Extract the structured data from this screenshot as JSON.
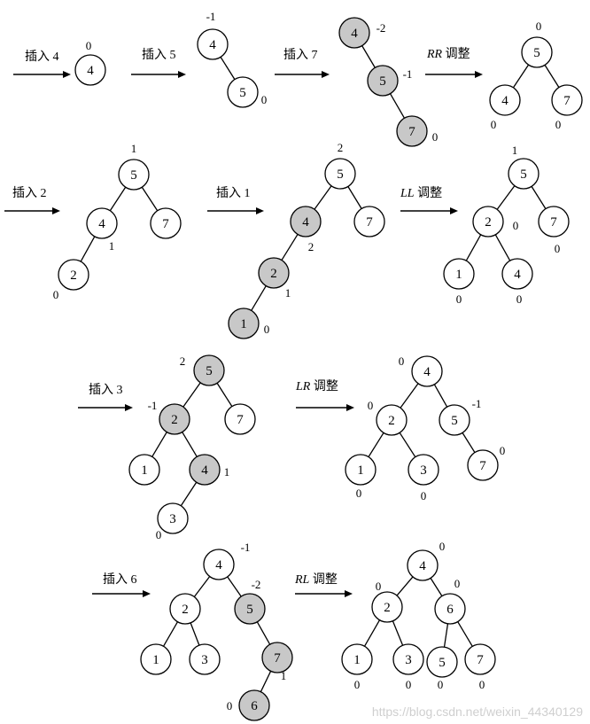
{
  "colors": {
    "normal_fill": "#ffffff",
    "highlight_fill": "#c8c8c8",
    "stroke": "#000000"
  },
  "steps": [
    {
      "arrow_label": "插入 4",
      "italic_prefix": "",
      "nodes": [
        {
          "id": "n4",
          "label": "4",
          "bf": "0",
          "hl": false
        }
      ],
      "edges": []
    },
    {
      "arrow_label": "插入 5",
      "italic_prefix": "",
      "nodes": [
        {
          "id": "n4",
          "label": "4",
          "bf": "-1",
          "hl": false
        },
        {
          "id": "n5",
          "label": "5",
          "bf": "0",
          "hl": false
        }
      ],
      "edges": [
        [
          "n4",
          "n5"
        ]
      ]
    },
    {
      "arrow_label": "插入 7",
      "italic_prefix": "",
      "nodes": [
        {
          "id": "n4",
          "label": "4",
          "bf": "-2",
          "hl": true
        },
        {
          "id": "n5",
          "label": "5",
          "bf": "-1",
          "hl": true
        },
        {
          "id": "n7",
          "label": "7",
          "bf": "0",
          "hl": true
        }
      ],
      "edges": [
        [
          "n4",
          "n5"
        ],
        [
          "n5",
          "n7"
        ]
      ]
    },
    {
      "arrow_label": " 调整",
      "italic_prefix": "RR",
      "nodes": [
        {
          "id": "n5",
          "label": "5",
          "bf": "0",
          "hl": false
        },
        {
          "id": "n4",
          "label": "4",
          "bf": "0",
          "hl": false
        },
        {
          "id": "n7",
          "label": "7",
          "bf": "0",
          "hl": false
        }
      ],
      "edges": [
        [
          "n5",
          "n4"
        ],
        [
          "n5",
          "n7"
        ]
      ]
    },
    {
      "arrow_label": "插入 2",
      "italic_prefix": "",
      "nodes": [
        {
          "id": "n5",
          "label": "5",
          "bf": "1",
          "hl": false
        },
        {
          "id": "n4",
          "label": "4",
          "bf": "1",
          "hl": false
        },
        {
          "id": "n7",
          "label": "7",
          "bf": "",
          "hl": false
        },
        {
          "id": "n2",
          "label": "2",
          "bf": "0",
          "hl": false
        }
      ],
      "edges": [
        [
          "n5",
          "n4"
        ],
        [
          "n5",
          "n7"
        ],
        [
          "n4",
          "n2"
        ]
      ]
    },
    {
      "arrow_label": "插入 1",
      "italic_prefix": "",
      "nodes": [
        {
          "id": "n5",
          "label": "5",
          "bf": "2",
          "hl": false
        },
        {
          "id": "n4",
          "label": "4",
          "bf": "2",
          "hl": true
        },
        {
          "id": "n7",
          "label": "7",
          "bf": "",
          "hl": false
        },
        {
          "id": "n2",
          "label": "2",
          "bf": "1",
          "hl": true
        },
        {
          "id": "n1",
          "label": "1",
          "bf": "0",
          "hl": true
        }
      ],
      "edges": [
        [
          "n5",
          "n4"
        ],
        [
          "n5",
          "n7"
        ],
        [
          "n4",
          "n2"
        ],
        [
          "n2",
          "n1"
        ]
      ]
    },
    {
      "arrow_label": " 调整",
      "italic_prefix": "LL",
      "nodes": [
        {
          "id": "n5",
          "label": "5",
          "bf": "1",
          "hl": false
        },
        {
          "id": "n2",
          "label": "2",
          "bf": "0",
          "hl": false
        },
        {
          "id": "n7",
          "label": "7",
          "bf": "0",
          "hl": false
        },
        {
          "id": "n1",
          "label": "1",
          "bf": "0",
          "hl": false
        },
        {
          "id": "n4",
          "label": "4",
          "bf": "0",
          "hl": false
        }
      ],
      "edges": [
        [
          "n5",
          "n2"
        ],
        [
          "n5",
          "n7"
        ],
        [
          "n2",
          "n1"
        ],
        [
          "n2",
          "n4"
        ]
      ]
    },
    {
      "arrow_label": "插入 3",
      "italic_prefix": "",
      "nodes": [
        {
          "id": "n5",
          "label": "5",
          "bf": "2",
          "hl": true
        },
        {
          "id": "n2",
          "label": "2",
          "bf": "-1",
          "hl": true
        },
        {
          "id": "n7",
          "label": "7",
          "bf": "",
          "hl": false
        },
        {
          "id": "n1",
          "label": "1",
          "bf": "",
          "hl": false
        },
        {
          "id": "n4",
          "label": "4",
          "bf": "1",
          "hl": true
        },
        {
          "id": "n3",
          "label": "3",
          "bf": "0",
          "hl": false
        }
      ],
      "edges": [
        [
          "n5",
          "n2"
        ],
        [
          "n5",
          "n7"
        ],
        [
          "n2",
          "n1"
        ],
        [
          "n2",
          "n4"
        ],
        [
          "n4",
          "n3"
        ]
      ]
    },
    {
      "arrow_label": " 调整",
      "italic_prefix": "LR",
      "nodes": [
        {
          "id": "n4",
          "label": "4",
          "bf": "0",
          "hl": false
        },
        {
          "id": "n2",
          "label": "2",
          "bf": "0",
          "hl": false
        },
        {
          "id": "n5",
          "label": "5",
          "bf": "-1",
          "hl": false
        },
        {
          "id": "n1",
          "label": "1",
          "bf": "0",
          "hl": false
        },
        {
          "id": "n3",
          "label": "3",
          "bf": "0",
          "hl": false
        },
        {
          "id": "n7",
          "label": "7",
          "bf": "0",
          "hl": false
        }
      ],
      "edges": [
        [
          "n4",
          "n2"
        ],
        [
          "n4",
          "n5"
        ],
        [
          "n2",
          "n1"
        ],
        [
          "n2",
          "n3"
        ],
        [
          "n5",
          "n7"
        ]
      ]
    },
    {
      "arrow_label": "插入 6",
      "italic_prefix": "",
      "nodes": [
        {
          "id": "n4",
          "label": "4",
          "bf": "-1",
          "hl": false
        },
        {
          "id": "n2",
          "label": "2",
          "bf": "",
          "hl": false
        },
        {
          "id": "n5",
          "label": "5",
          "bf": "-2",
          "hl": true
        },
        {
          "id": "n1",
          "label": "1",
          "bf": "",
          "hl": false
        },
        {
          "id": "n3",
          "label": "3",
          "bf": "",
          "hl": false
        },
        {
          "id": "n7",
          "label": "7",
          "bf": "1",
          "hl": true
        },
        {
          "id": "n6",
          "label": "6",
          "bf": "0",
          "hl": true
        }
      ],
      "edges": [
        [
          "n4",
          "n2"
        ],
        [
          "n4",
          "n5"
        ],
        [
          "n2",
          "n1"
        ],
        [
          "n2",
          "n3"
        ],
        [
          "n5",
          "n7"
        ],
        [
          "n7",
          "n6"
        ]
      ]
    },
    {
      "arrow_label": " 调整",
      "italic_prefix": "RL",
      "nodes": [
        {
          "id": "n4",
          "label": "4",
          "bf": "0",
          "hl": false
        },
        {
          "id": "n2",
          "label": "2",
          "bf": "0",
          "hl": false
        },
        {
          "id": "n6",
          "label": "6",
          "bf": "0",
          "hl": false
        },
        {
          "id": "n1",
          "label": "1",
          "bf": "0",
          "hl": false
        },
        {
          "id": "n3",
          "label": "3",
          "bf": "0",
          "hl": false
        },
        {
          "id": "n5",
          "label": "5",
          "bf": "0",
          "hl": false
        },
        {
          "id": "n7",
          "label": "7",
          "bf": "0",
          "hl": false
        }
      ],
      "edges": [
        [
          "n4",
          "n2"
        ],
        [
          "n4",
          "n6"
        ],
        [
          "n2",
          "n1"
        ],
        [
          "n2",
          "n3"
        ],
        [
          "n6",
          "n5"
        ],
        [
          "n6",
          "n7"
        ]
      ]
    }
  ],
  "watermark": "https://blog.csdn.net/weixin_44340129"
}
